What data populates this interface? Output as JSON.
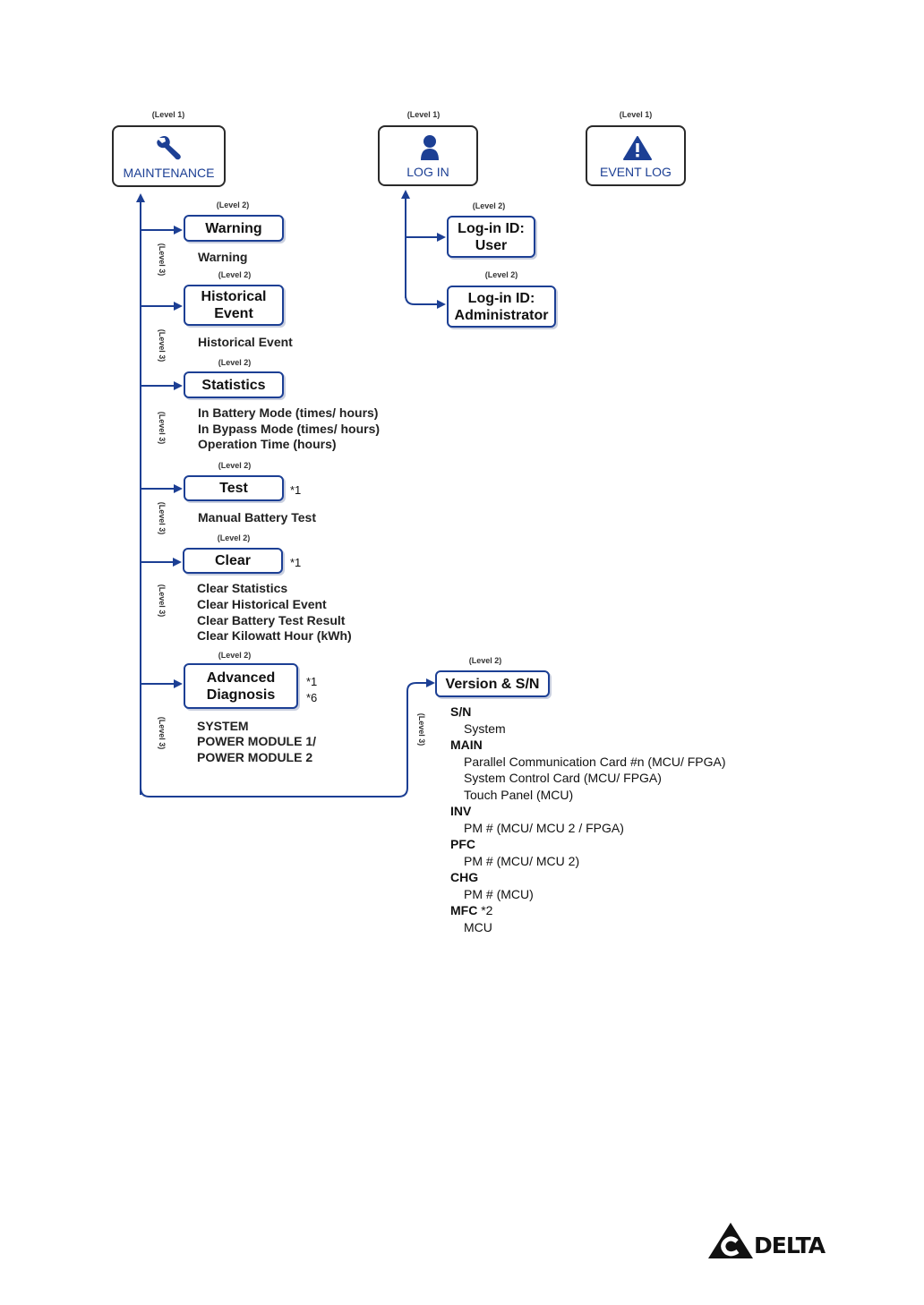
{
  "level_labels": {
    "level1": "(Level 1)",
    "level2": "(Level 2)",
    "level3": "(Level 3)"
  },
  "top": {
    "maintenance": "MAINTENANCE",
    "login": "LOG IN",
    "eventlog": "EVENT LOG"
  },
  "maintenance_nodes": {
    "warning": {
      "label": "Warning",
      "items": [
        "Warning"
      ]
    },
    "historical": {
      "line1": "Historical",
      "line2": "Event",
      "items": [
        "Historical Event"
      ]
    },
    "statistics": {
      "label": "Statistics",
      "items": [
        "In Battery Mode (times/ hours)",
        "In Bypass Mode (times/ hours)",
        "Operation Time (hours)"
      ]
    },
    "test": {
      "label": "Test",
      "note": "*1",
      "items": [
        "Manual Battery Test"
      ]
    },
    "clear": {
      "label": "Clear",
      "note": "*1",
      "items": [
        "Clear Statistics",
        "Clear Historical Event",
        "Clear Battery Test Result",
        "Clear Kilowatt Hour (kWh)"
      ]
    },
    "advanced": {
      "line1": "Advanced",
      "line2": "Diagnosis",
      "note1": "*1",
      "note2": "*6",
      "items": [
        "SYSTEM",
        "POWER MODULE 1/",
        "POWER MODULE 2"
      ]
    }
  },
  "login_nodes": {
    "user": {
      "line1": "Log-in ID:",
      "line2": "User"
    },
    "admin": {
      "line1": "Log-in ID:",
      "line2": "Administrator"
    }
  },
  "version": {
    "label": "Version & S/N",
    "sn": "S/N",
    "sn_system": "System",
    "main": "MAIN",
    "main_items": [
      "Parallel Communication Card #n (MCU/ FPGA)",
      "System Control Card (MCU/ FPGA)",
      "Touch Panel (MCU)"
    ],
    "inv": "INV",
    "inv_item": "PM #  (MCU/ MCU 2 / FPGA)",
    "pfc": "PFC",
    "pfc_item": "PM #  (MCU/ MCU 2)",
    "chg": "CHG",
    "chg_item": "PM #  (MCU)",
    "mfc": "MFC",
    "mfc_note": "*2",
    "mfc_item": "MCU"
  },
  "brand": {
    "name": "DELTA"
  },
  "icons": {
    "maintenance": "wrench-icon",
    "login": "user-icon",
    "eventlog": "warning-triangle-icon"
  },
  "colors": {
    "line": "#1c3f94",
    "box_border": "#1c3f94",
    "text": "#111111"
  }
}
